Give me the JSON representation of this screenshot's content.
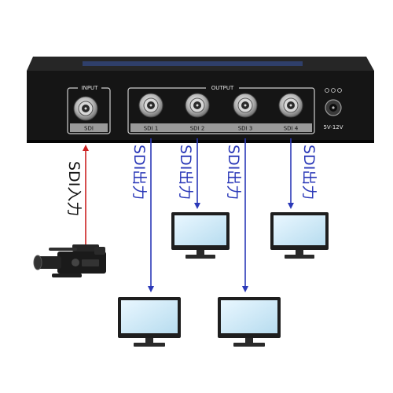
{
  "device": {
    "input_group_label": "INPUT",
    "output_group_label": "OUTPUT",
    "input_port_label": "SDI",
    "output_port_labels": [
      "SDI 1",
      "SDI 2",
      "SDI 3",
      "SDI 4"
    ],
    "power_label": "5V-12V",
    "body_color": "#151515"
  },
  "annotations": {
    "input_text": "SDI入力",
    "output_text": "SDI出力"
  },
  "colors": {
    "input_arrow": "#cc2222",
    "output_arrow": "#2b39b8"
  },
  "icons": [
    "camcorder-icon",
    "monitor-icon",
    "bnc-connector-icon",
    "dc-jack-icon"
  ]
}
